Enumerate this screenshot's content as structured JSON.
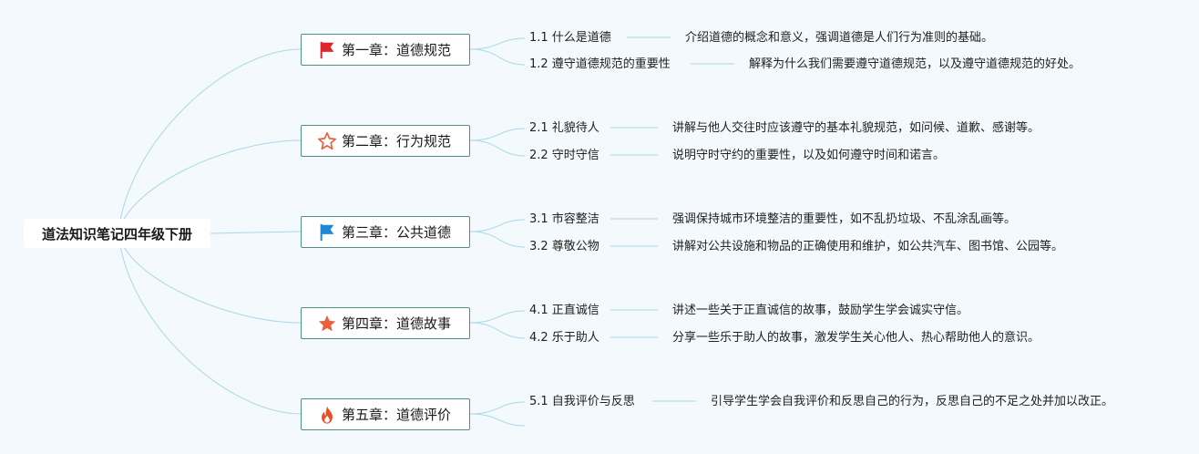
{
  "root": {
    "title": "道法知识笔记四年级下册"
  },
  "chapters": [
    {
      "title": "第一章：道德规范",
      "icon": "red-flag-icon",
      "sections": [
        {
          "title": "1.1 什么是道德",
          "desc": "介绍道德的概念和意义，强调道德是人们行为准则的基础。"
        },
        {
          "title": "1.2 遵守道德规范的重要性",
          "desc": "解释为什么我们需要遵守道德规范，以及遵守道德规范的好处。"
        }
      ]
    },
    {
      "title": "第二章：行为规范",
      "icon": "outline-star-icon",
      "sections": [
        {
          "title": "2.1 礼貌待人",
          "desc": "讲解与他人交往时应该遵守的基本礼貌规范，如问候、道歉、感谢等。"
        },
        {
          "title": "2.2 守时守信",
          "desc": "说明守时守约的重要性，以及如何遵守时间和诺言。"
        }
      ]
    },
    {
      "title": "第三章：公共道德",
      "icon": "blue-flag-icon",
      "sections": [
        {
          "title": "3.1 市容整洁",
          "desc": "强调保持城市环境整洁的重要性，如不乱扔垃圾、不乱涂乱画等。"
        },
        {
          "title": "3.2 尊敬公物",
          "desc": "讲解对公共设施和物品的正确使用和维护，如公共汽车、图书馆、公园等。"
        }
      ]
    },
    {
      "title": "第四章：道德故事",
      "icon": "filled-star-icon",
      "sections": [
        {
          "title": "4.1 正直诚信",
          "desc": "讲述一些关于正直诚信的故事，鼓励学生学会诚实守信。"
        },
        {
          "title": "4.2 乐于助人",
          "desc": "分享一些乐于助人的故事，激发学生关心他人、热心帮助他人的意识。"
        }
      ]
    },
    {
      "title": "第五章：道德评价",
      "icon": "fire-icon",
      "sections": [
        {
          "title": "5.1 自我评价与反思",
          "desc": "引导学生学会自我评价和反思自己的行为，反思自己的不足之处并加以改正。"
        }
      ]
    }
  ],
  "colors": {
    "connector": "#a9d8ea",
    "chapter_border": "#4e8f86",
    "red_flag": "#e4242b",
    "blue_flag": "#1e88d8",
    "star": "#e8603c",
    "fire": "#e8502a"
  }
}
